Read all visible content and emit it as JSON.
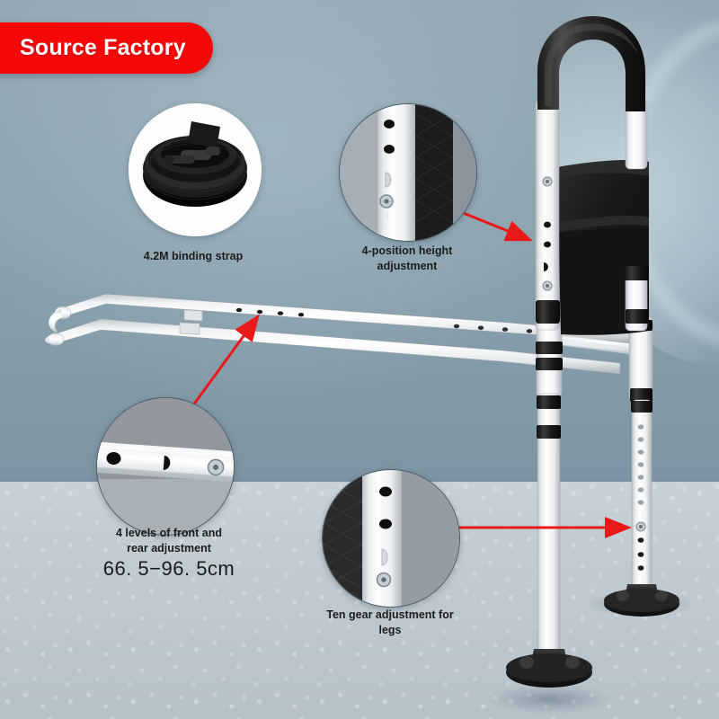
{
  "badge": {
    "label": "Source Factory",
    "bg_color": "#f40808",
    "text_color": "#ffffff"
  },
  "scene": {
    "wall_color": "#8ba2af",
    "floor_color": "#c3ccd2",
    "accent_arrow_color": "#e81919",
    "product_frame_color": "#f2f4f5",
    "product_grip_color": "#1b1b1b"
  },
  "product": {
    "name": "adjustable-bed-rail-assist-handle",
    "handle_label": "",
    "pouch_label": ""
  },
  "callouts": [
    {
      "id": "binding-strap",
      "caption": "4.2M binding strap",
      "caption2": "",
      "measure": "",
      "icon": "strap-coil-icon"
    },
    {
      "id": "height-adjustment",
      "caption": "4-position height",
      "caption2": "adjustment",
      "measure": "",
      "icon": "tube-holes-icon"
    },
    {
      "id": "front-rear-adjustment",
      "caption": "4 levels of front and",
      "caption2": "rear adjustment",
      "measure": "66. 5−96. 5cm",
      "icon": "horizontal-tube-holes-icon"
    },
    {
      "id": "leg-adjustment",
      "caption": "Ten gear adjustment for",
      "caption2": "legs",
      "measure": "",
      "icon": "leg-tube-holes-icon"
    }
  ]
}
